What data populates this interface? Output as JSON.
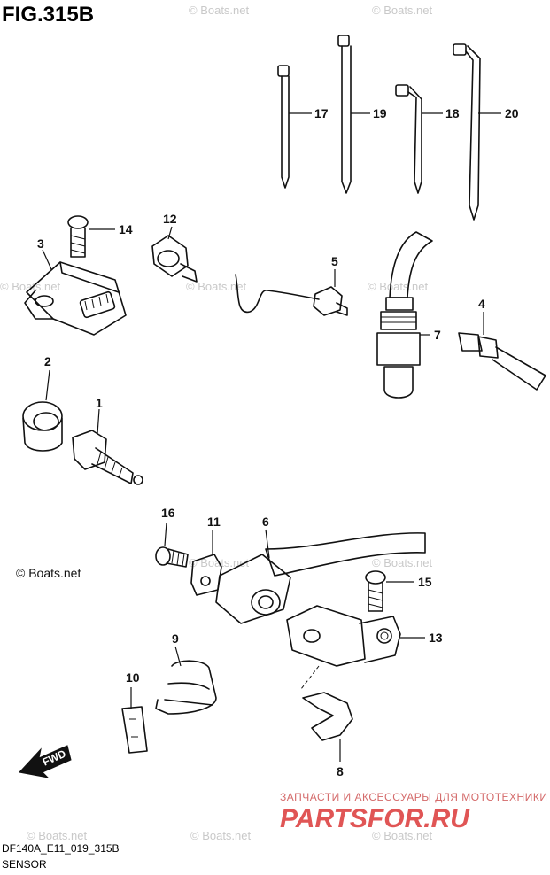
{
  "figure_title": "FIG.315B",
  "diagram_code": "DF140A_E11_019_315B",
  "section_name": "SENSOR",
  "watermark_text": "© Boats.net",
  "promo_text": "ЗАПЧАСТИ И АКСЕССУАРЫ ДЛЯ МОТОТЕХНИКИ",
  "brand_text": "PARTSFOR.RU",
  "fwd_label": "FWD",
  "callouts": {
    "c1": "1",
    "c2": "2",
    "c3": "3",
    "c4": "4",
    "c5": "5",
    "c6": "6",
    "c7": "7",
    "c8": "8",
    "c9": "9",
    "c10": "10",
    "c11": "11",
    "c12": "12",
    "c13": "13",
    "c14": "14",
    "c15": "15",
    "c16": "16",
    "c17": "17",
    "c18": "18",
    "c19": "19",
    "c20": "20"
  },
  "colors": {
    "line": "#111111",
    "watermark": "#c9c9c9",
    "brand": "#e05555",
    "promo": "#d46a6a"
  }
}
